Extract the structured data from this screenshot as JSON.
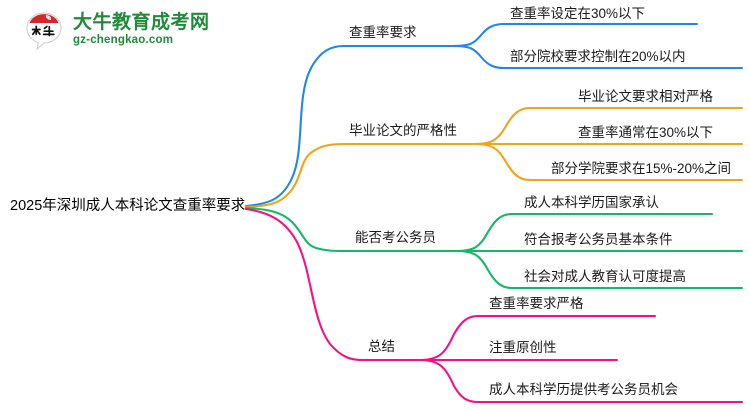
{
  "logo": {
    "mark_icon": "daniu-seal-icon",
    "title": "大牛教育成考网",
    "subtitle": "gz-chengkao.com",
    "brand_green": "#1f8a38",
    "seal_red": "#d6252b"
  },
  "mindmap": {
    "center": {
      "label": "2025年深圳成人本科论文查重率要求"
    },
    "branches": [
      {
        "label": "查重率要求",
        "color": "#2288e8",
        "children": [
          {
            "label": "查重率设定在30%以下"
          },
          {
            "label": "部分院校要求控制在20%以内"
          }
        ]
      },
      {
        "label": "毕业论文的严格性",
        "color": "#f0a31c",
        "children": [
          {
            "label": "毕业论文要求相对严格"
          },
          {
            "label": "查重率通常在30%以下"
          },
          {
            "label": "部分学院要求在15%-20%之间"
          }
        ]
      },
      {
        "label": "能否考公务员",
        "color": "#14b866",
        "children": [
          {
            "label": "成人本科学历国家承认"
          },
          {
            "label": "符合报考公务员基本条件"
          },
          {
            "label": "社会对成人教育认可度提高"
          }
        ]
      },
      {
        "label": "总结",
        "color": "#f5117f",
        "children": [
          {
            "label": "查重率要求严格"
          },
          {
            "label": "注重原创性"
          },
          {
            "label": "成人本科学历提供考公务员机会"
          }
        ]
      }
    ]
  }
}
